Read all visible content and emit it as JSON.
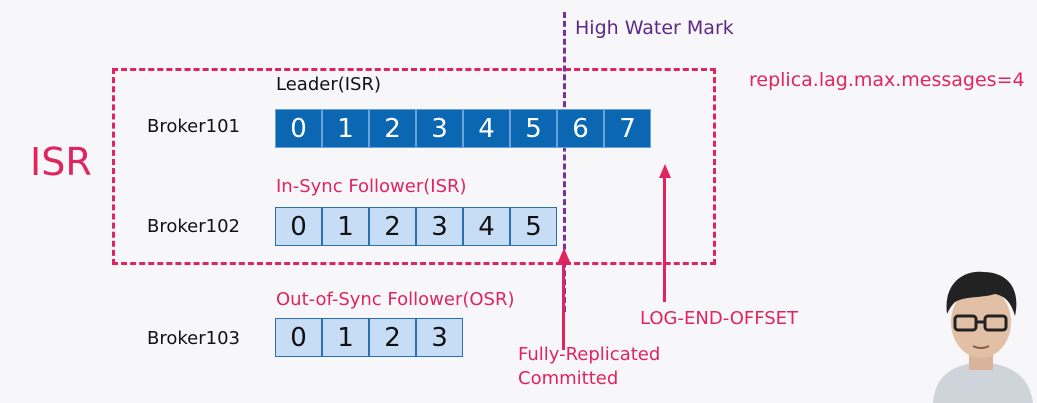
{
  "isr_group_label": "ISR",
  "lag_config": "replica.lag.max.messages=4",
  "high_water_mark": "High Water Mark",
  "brokers": [
    {
      "name": "Broker101",
      "role": "Leader(ISR)",
      "offsets": [
        "0",
        "1",
        "2",
        "3",
        "4",
        "5",
        "6",
        "7"
      ]
    },
    {
      "name": "Broker102",
      "role": "In-Sync Follower(ISR)",
      "offsets": [
        "0",
        "1",
        "2",
        "3",
        "4",
        "5"
      ]
    },
    {
      "name": "Broker103",
      "role": "Out-of-Sync Follower(OSR)",
      "offsets": [
        "0",
        "1",
        "2",
        "3"
      ]
    }
  ],
  "annotations": {
    "committed_line1": "Fully-Replicated",
    "committed_line2": "Committed",
    "log_end_offset": "LOG-END-OFFSET"
  },
  "colors": {
    "accent_red": "#e0245e",
    "hwm_purple": "#7a2fa0",
    "leader_blue": "#0b67b2",
    "follower_blue": "#c7dcf5"
  }
}
